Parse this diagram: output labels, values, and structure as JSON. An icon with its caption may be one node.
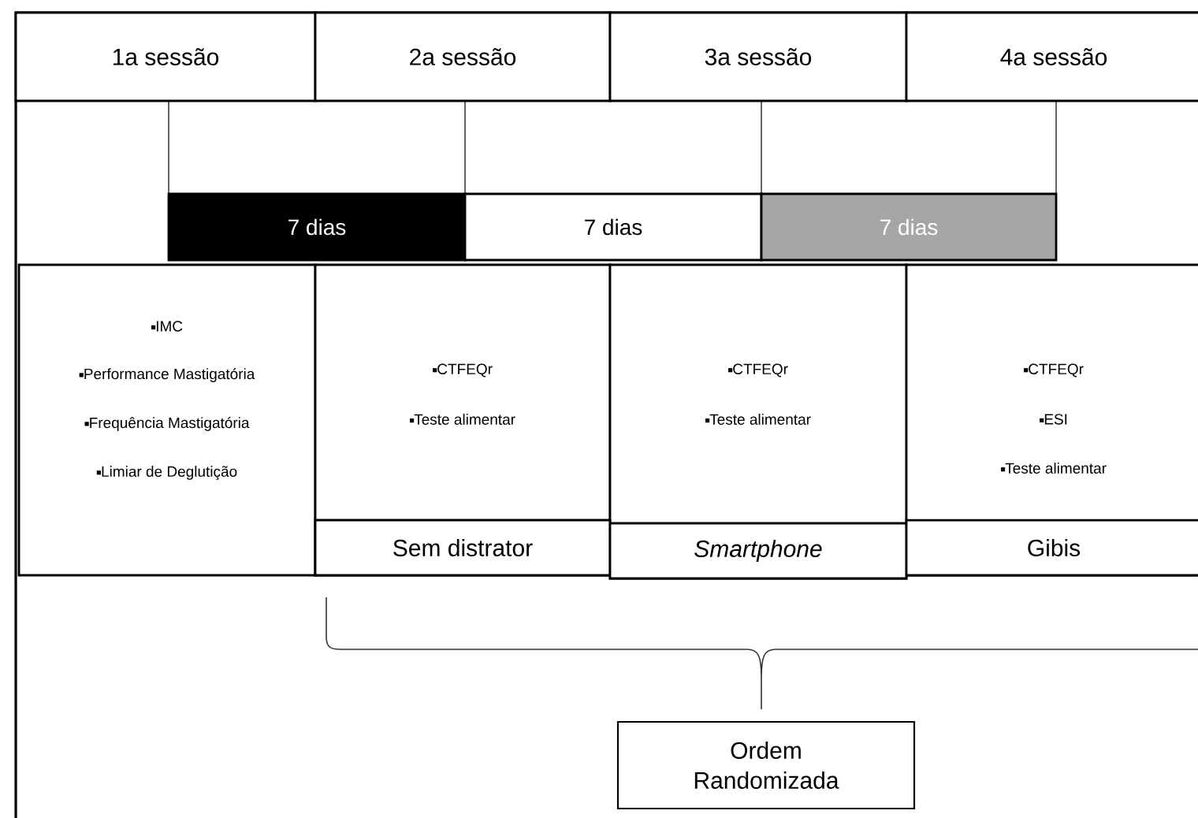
{
  "diagram": {
    "nodes": [
      {
        "text": [
          "1a sessão"
        ]
      },
      {
        "text": [
          "2a sessão"
        ]
      },
      {
        "text": [
          "3a sessão"
        ]
      },
      {
        "text": [
          "4a sessão"
        ]
      },
      {
        "text": [
          "7 dias"
        ]
      },
      {
        "text": [
          "7 dias"
        ]
      },
      {
        "text": [
          "7 dias"
        ]
      },
      {
        "text": [
          "IMC",
          "Performance Mastigatória",
          "Frequência Mastigatória",
          "Limiar de Deglutição"
        ]
      },
      {
        "text": [
          "CTFEQr",
          "Teste alimentar"
        ]
      },
      {
        "text": [
          "CTFEQr",
          "Teste alimentar"
        ]
      },
      {
        "text": [
          "CTFEQr",
          "ESI",
          "Teste alimentar"
        ]
      },
      {
        "text": [
          "Sem distrator"
        ],
        "in": 8
      },
      {
        "text": [
          "Smartphone"
        ],
        "in": 9
      },
      {
        "text": [
          "Gibis"
        ],
        "in": 10
      },
      {
        "text": [
          "Ordem Randomizada"
        ]
      }
    ]
  }
}
